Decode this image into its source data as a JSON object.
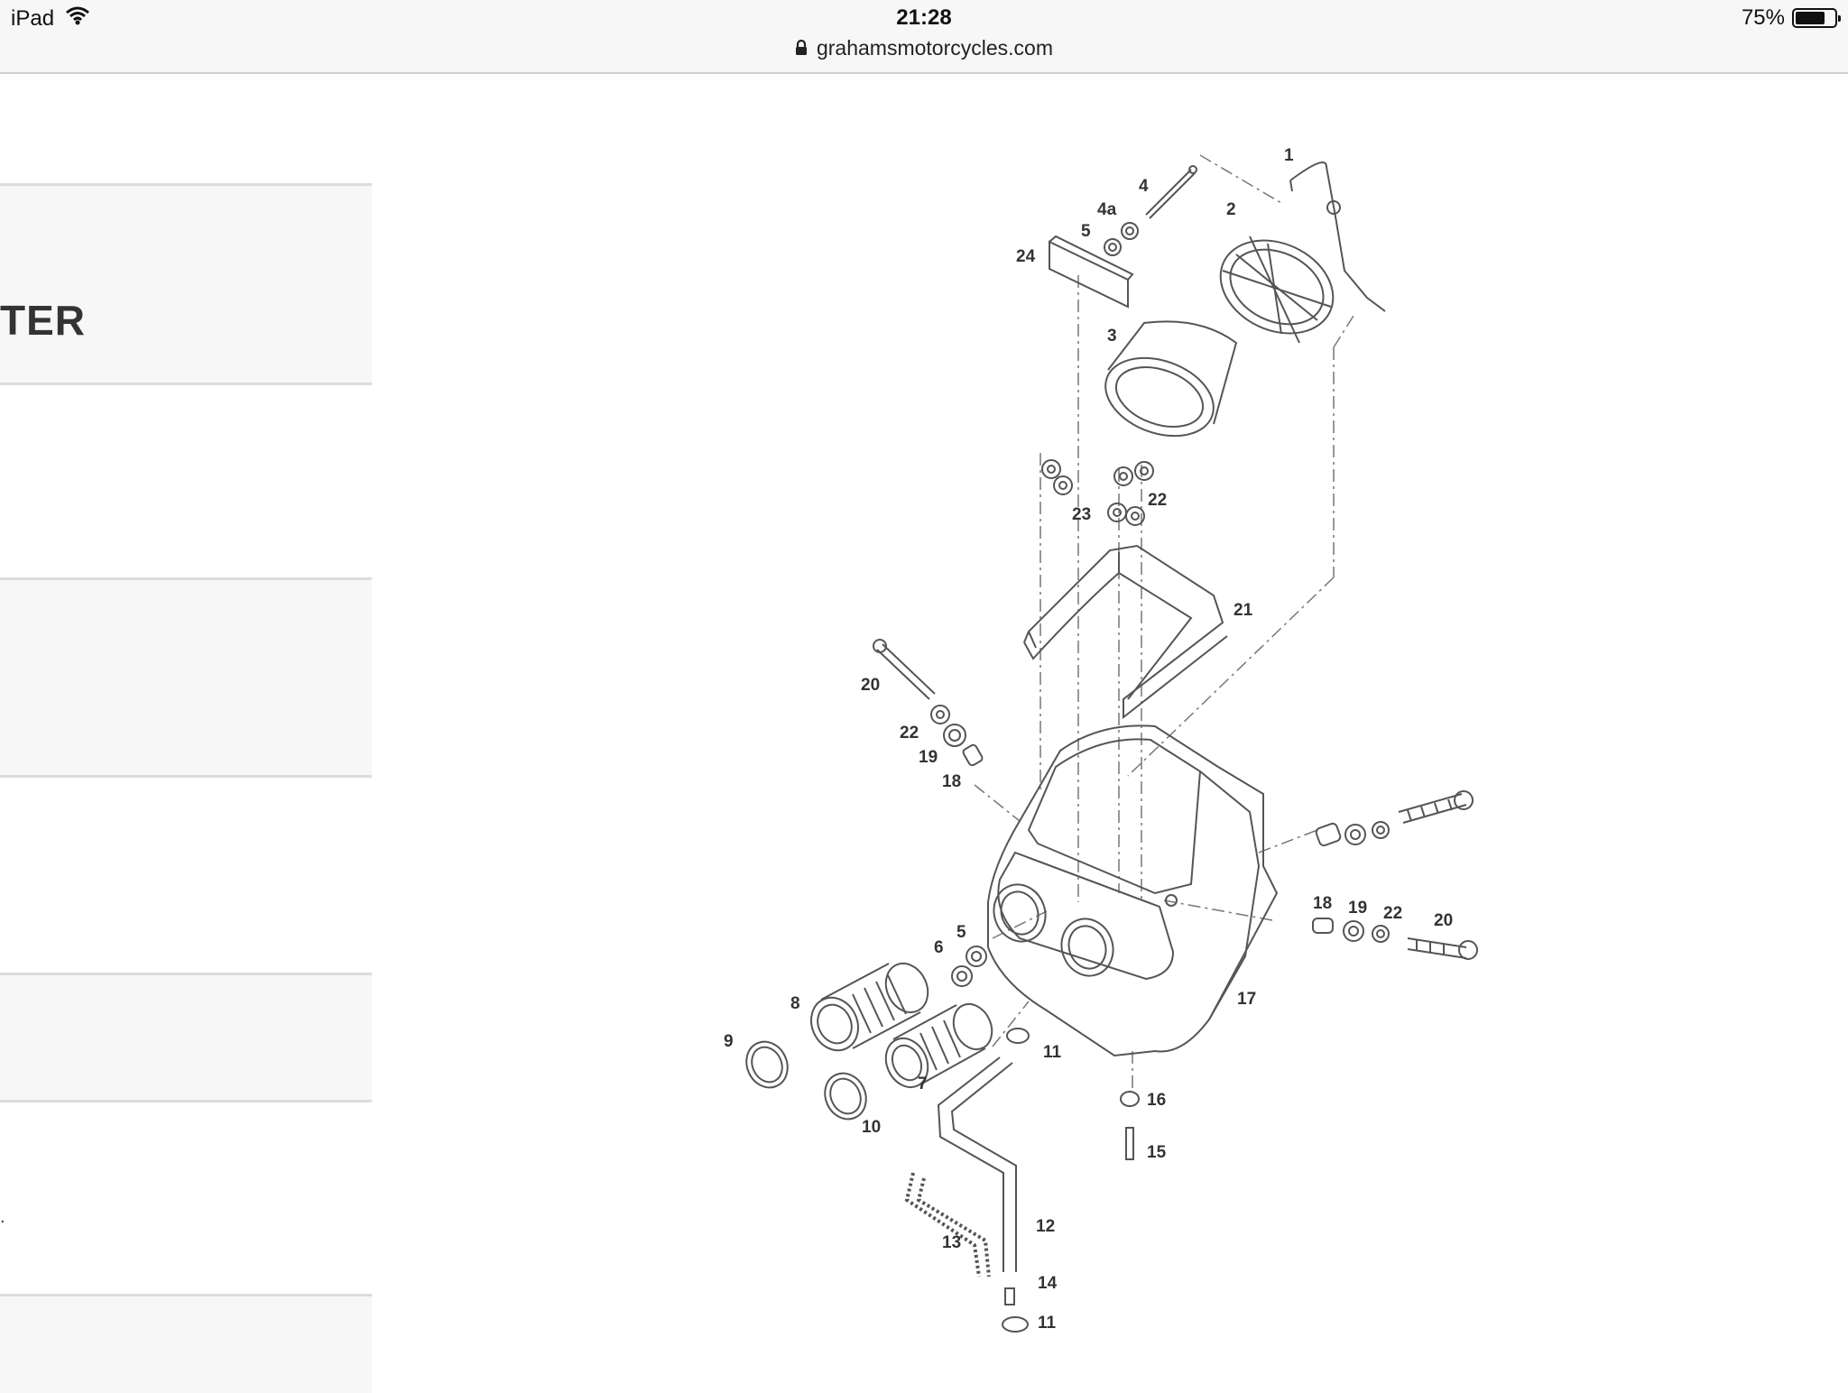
{
  "status_bar": {
    "device": "iPad",
    "time": "21:28",
    "url": "grahamsmotorcycles.com",
    "battery_text": "75%",
    "battery_level": 0.75,
    "icons": [
      "wifi-icon",
      "lock-icon",
      "battery-icon"
    ]
  },
  "sidebar": {
    "panel_title": "TER",
    "stray_text": "."
  },
  "diagram": {
    "labels": {
      "l1": "1",
      "l2": "2",
      "l3": "3",
      "l4": "4",
      "l4a": "4a",
      "l5a": "5",
      "l5b": "5",
      "l6": "6",
      "l7": "7",
      "l8": "8",
      "l9": "9",
      "l10": "10",
      "l11a": "11",
      "l11b": "11",
      "l12": "12",
      "l13": "13",
      "l14": "14",
      "l15": "15",
      "l16": "16",
      "l17": "17",
      "l18a": "18",
      "l18b": "18",
      "l19a": "19",
      "l19b": "19",
      "l20a": "20",
      "l20b": "20",
      "l21": "21",
      "l22a": "22",
      "l22b": "22",
      "l22c": "22",
      "l23": "23",
      "l24": "24"
    }
  }
}
